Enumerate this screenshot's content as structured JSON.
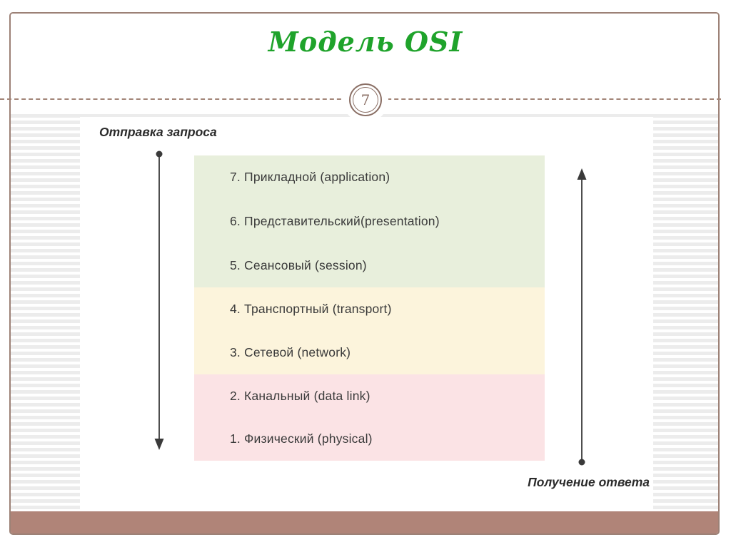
{
  "slide": {
    "title": "Модель OSI",
    "title_color": "#1fa32b",
    "page_number": "7",
    "badge_color": "#8b7066",
    "accent_band_color": "#b08478",
    "frame_color": "#9c8176"
  },
  "diagram": {
    "send_label": "Отправка запроса",
    "receive_label": "Получение ответа",
    "groups": [
      {
        "name": "upper-layers",
        "color": "#e8efdc",
        "layers": [
          {
            "label": "7. Прикладной (application)"
          },
          {
            "label": "6. Представительский(presentation)"
          },
          {
            "label": "5. Сеансовый (session)"
          }
        ]
      },
      {
        "name": "middle-layers",
        "color": "#fcf4dc",
        "layers": [
          {
            "label": "4. Транспортный (transport)"
          },
          {
            "label": "3. Сетевой (network)"
          }
        ]
      },
      {
        "name": "lower-layers",
        "color": "#fbe3e5",
        "layers": [
          {
            "label": "2. Канальный (data link)"
          },
          {
            "label": "1. Физический (physical)"
          }
        ]
      }
    ]
  }
}
